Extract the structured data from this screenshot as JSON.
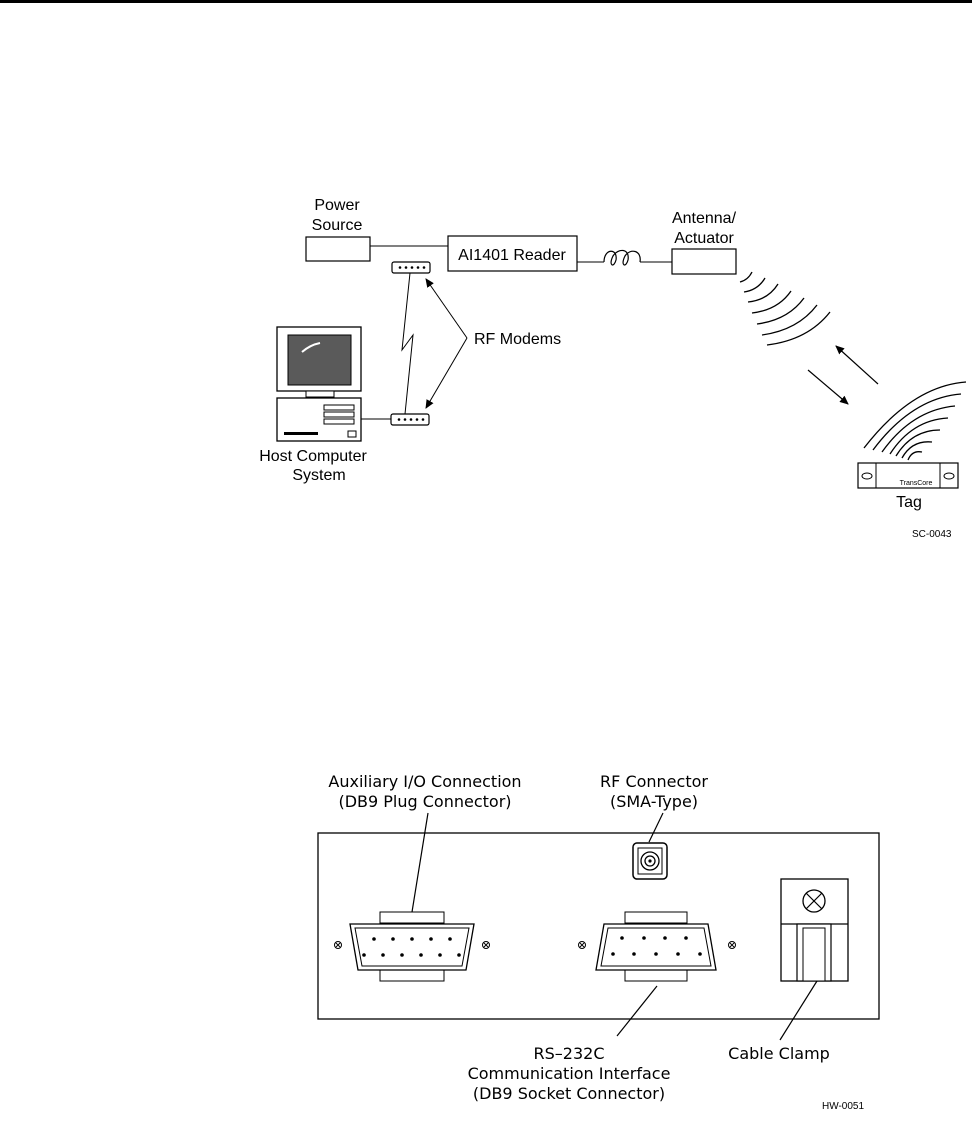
{
  "diagram1": {
    "power_source": [
      "Power",
      "Source"
    ],
    "reader": "AI1401 Reader",
    "antenna": [
      "Antenna/",
      "Actuator"
    ],
    "rf_modems": "RF Modems",
    "host": [
      "Host Computer",
      "System"
    ],
    "tag": "Tag",
    "tag_brand": "TransCore",
    "figure_id": "SC-0043"
  },
  "diagram2": {
    "aux_io": [
      "Auxiliary I/O Connection",
      "(DB9 Plug Connector)"
    ],
    "rf_connector": [
      "RF Connector",
      "(SMA-Type)"
    ],
    "rs232": [
      "RS–232C",
      "Communication Interface",
      "(DB9 Socket Connector)"
    ],
    "cable_clamp": "Cable Clamp",
    "figure_id": "HW-0051"
  }
}
